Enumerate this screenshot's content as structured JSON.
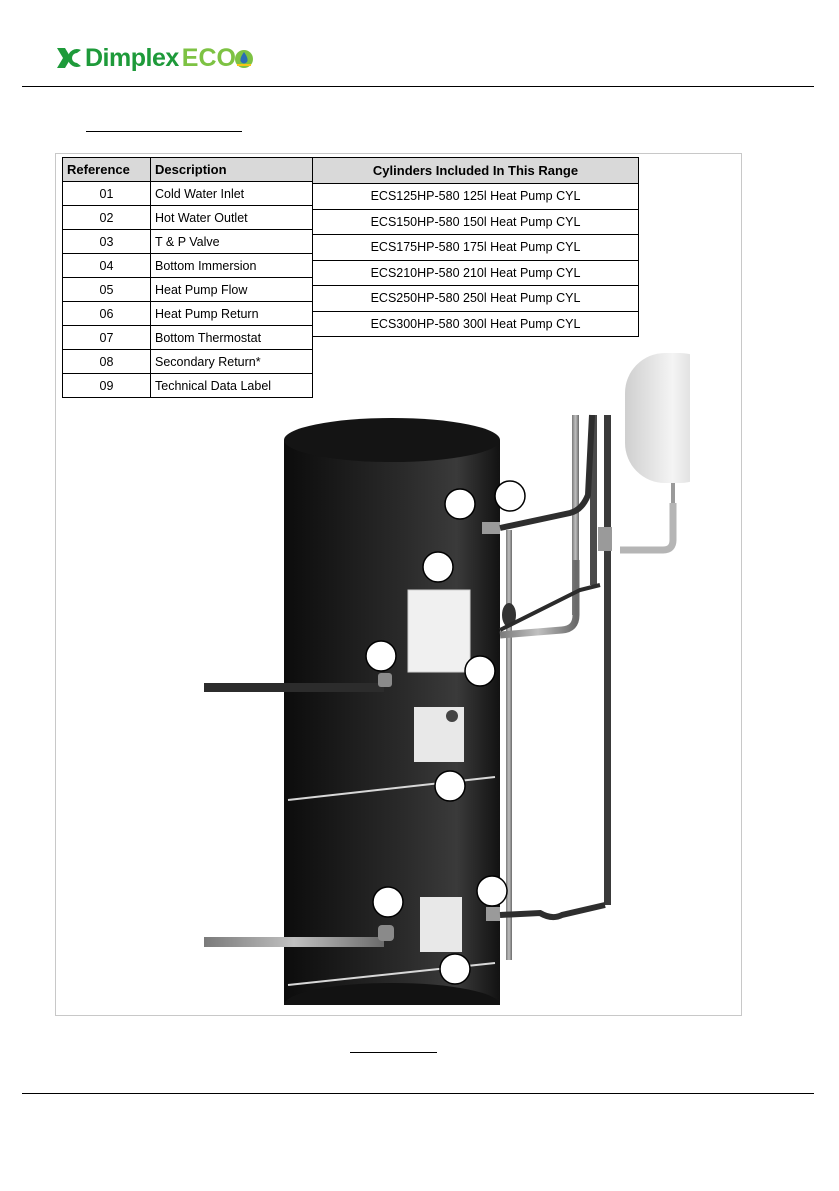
{
  "header": {
    "brand": "Dimplex",
    "brand_suffix": "ECO",
    "logo_icon": "dimplex-logo-icon",
    "brand_color": "#1e9a3a",
    "eco_color": "#7dc243"
  },
  "reference_table": {
    "headers": [
      "Reference",
      "Description"
    ],
    "rows": [
      {
        "ref": "01",
        "desc": "Cold Water Inlet"
      },
      {
        "ref": "02",
        "desc": "Hot Water Outlet"
      },
      {
        "ref": "03",
        "desc": "T & P Valve"
      },
      {
        "ref": "04",
        "desc": "Bottom Immersion"
      },
      {
        "ref": "05",
        "desc": "Heat Pump Flow"
      },
      {
        "ref": "06",
        "desc": "Heat Pump Return"
      },
      {
        "ref": "07",
        "desc": "Bottom Thermostat"
      },
      {
        "ref": "08",
        "desc": "Secondary Return*"
      },
      {
        "ref": "09",
        "desc": "Technical Data Label"
      }
    ]
  },
  "cylinder_table": {
    "header": "Cylinders Included In This Range",
    "rows": [
      "ECS125HP-580 125l Heat Pump CYL",
      "ECS150HP-580 150l Heat Pump CYL",
      "ECS175HP-580 175l Heat Pump CYL",
      "ECS210HP-580 210l Heat Pump CYL",
      "ECS250HP-580 250l Heat Pump CYL",
      "ECS300HP-580 300l Heat Pump CYL"
    ]
  },
  "illustration": {
    "subject": "heat-pump-cylinder-diagram",
    "cylinder_color": "#1a1a1a",
    "callout_color": "#ffffff"
  }
}
